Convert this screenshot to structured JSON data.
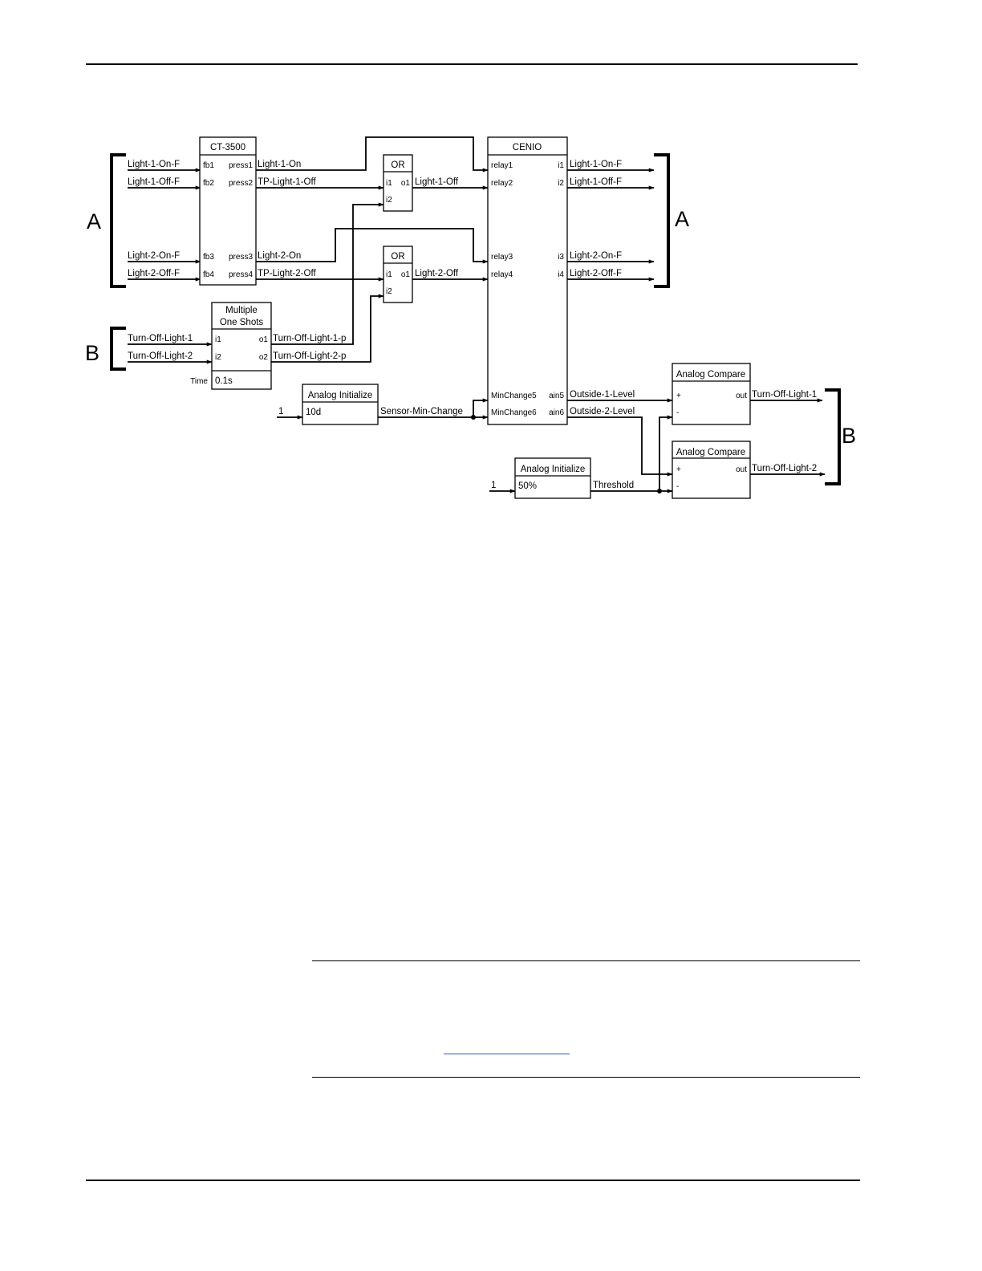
{
  "brackets": {
    "A": "A",
    "B": "B"
  },
  "blocks": {
    "ct3500": {
      "title": "CT-3500",
      "ports": [
        "fb1",
        "press1",
        "fb2",
        "press2",
        "fb3",
        "press3",
        "fb4",
        "press4"
      ]
    },
    "or1": {
      "title": "OR",
      "ports": [
        "i1",
        "o1",
        "i2"
      ]
    },
    "or2": {
      "title": "OR",
      "ports": [
        "i1",
        "o1",
        "i2"
      ]
    },
    "mos": {
      "title_line1": "Multiple",
      "title_line2": "One Shots",
      "ports": [
        "i1",
        "o1",
        "i2",
        "o2"
      ],
      "param_label": "Time",
      "param_value": "0.1s"
    },
    "ai1": {
      "title": "Analog Initialize",
      "value": "10d",
      "input": "1"
    },
    "ai2": {
      "title": "Analog Initialize",
      "value": "50%",
      "input": "1"
    },
    "cenio": {
      "title": "CENIO",
      "ports": [
        "relay1",
        "i1",
        "relay2",
        "i2",
        "relay3",
        "i3",
        "relay4",
        "i4",
        "MinChange5",
        "ain5",
        "MinChange6",
        "ain6"
      ]
    },
    "ac1": {
      "title": "Analog Compare",
      "ports": [
        "+",
        "out",
        "-"
      ]
    },
    "ac2": {
      "title": "Analog Compare",
      "ports": [
        "+",
        "out",
        "-"
      ]
    }
  },
  "signals": {
    "inputs": [
      "Light-1-On-F",
      "Light-1-Off-F",
      "Light-2-On-F",
      "Light-2-Off-F",
      "Turn-Off-Light-1",
      "Turn-Off-Light-2"
    ],
    "ct_out": [
      "Light-1-On",
      "TP-Light-1-Off",
      "Light-2-On",
      "TP-Light-2-Off"
    ],
    "mos_out": [
      "Turn-Off-Light-1-p",
      "Turn-Off-Light-2-p"
    ],
    "or_out": [
      "Light-1-Off",
      "Light-2-Off"
    ],
    "ai_out": [
      "Sensor-Min-Change",
      "Threshold"
    ],
    "cenio_out": [
      "Light-1-On-F",
      "Light-1-Off-F",
      "Light-2-On-F",
      "Light-2-Off-F",
      "Outside-1-Level",
      "Outside-2-Level"
    ],
    "ac_out": [
      "Turn-Off-Light-1",
      "Turn-Off-Light-2"
    ]
  }
}
